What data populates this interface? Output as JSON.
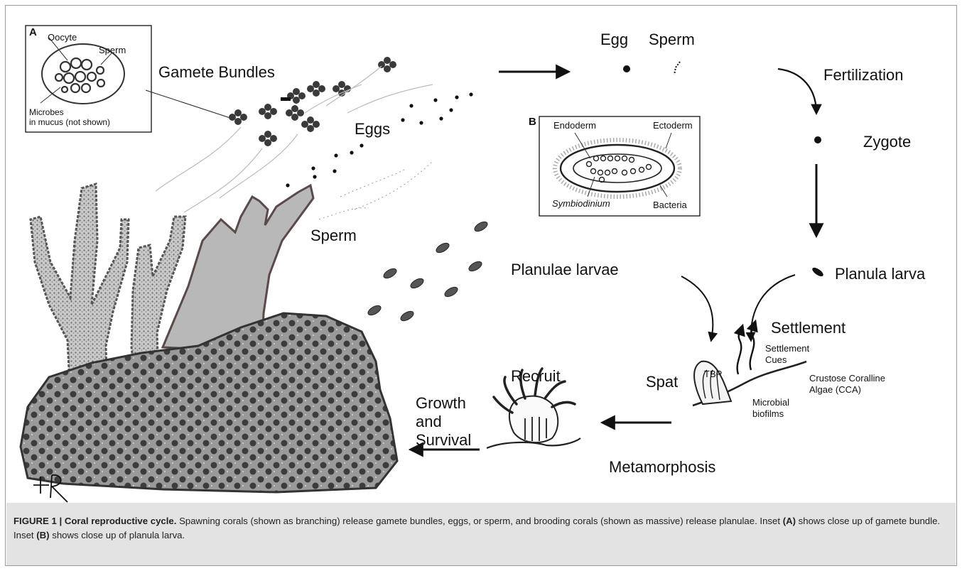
{
  "panel_a": {
    "tag": "A",
    "oocyte": "Oocyte",
    "sperm": "Sperm",
    "microbes_line1": "Microbes",
    "microbes_line2": "in mucus (not shown)"
  },
  "panel_b": {
    "tag": "B",
    "endoderm": "Endoderm",
    "ectoderm": "Ectoderm",
    "symbiodinium": "Symbiodinium",
    "bacteria": "Bacteria"
  },
  "labels": {
    "gamete_bundles": "Gamete Bundles",
    "eggs": "Eggs",
    "sperm_release": "Sperm",
    "egg": "Egg",
    "sperm_top": "Sperm",
    "fertilization": "Fertilization",
    "zygote": "Zygote",
    "planulae_larvae": "Planulae larvae",
    "planula_larva": "Planula larva",
    "settlement": "Settlement",
    "tbp": "TBP",
    "settlement_cues_1": "Settlement",
    "settlement_cues_2": "Cues",
    "cca_1": "Crustose Coralline",
    "cca_2": "Algae (CCA)",
    "biofilm_1": "Microbial",
    "biofilm_2": "biofilms",
    "spat": "Spat",
    "metamorphosis": "Metamorphosis",
    "recruit": "Recruit",
    "growth_1": "Growth",
    "growth_2": "and",
    "growth_3": "Survival"
  },
  "caption": {
    "label": "FIGURE 1 | Coral reproductive cycle.",
    "text1": " Spawning corals (shown as branching) release gamete bundles, eggs, or sperm, and brooding corals (shown as massive) release planulae. Inset ",
    "ref_a": "(A)",
    "text2": " shows close up of gamete bundle. Inset ",
    "ref_b": "(B)",
    "text3": " shows close up of planula larva."
  },
  "colors": {
    "ink": "#111111",
    "caption_bg": "#e3e3e3",
    "coral_fill": "#bdbdbd",
    "massive_coral_fill": "#8e8e8e"
  }
}
